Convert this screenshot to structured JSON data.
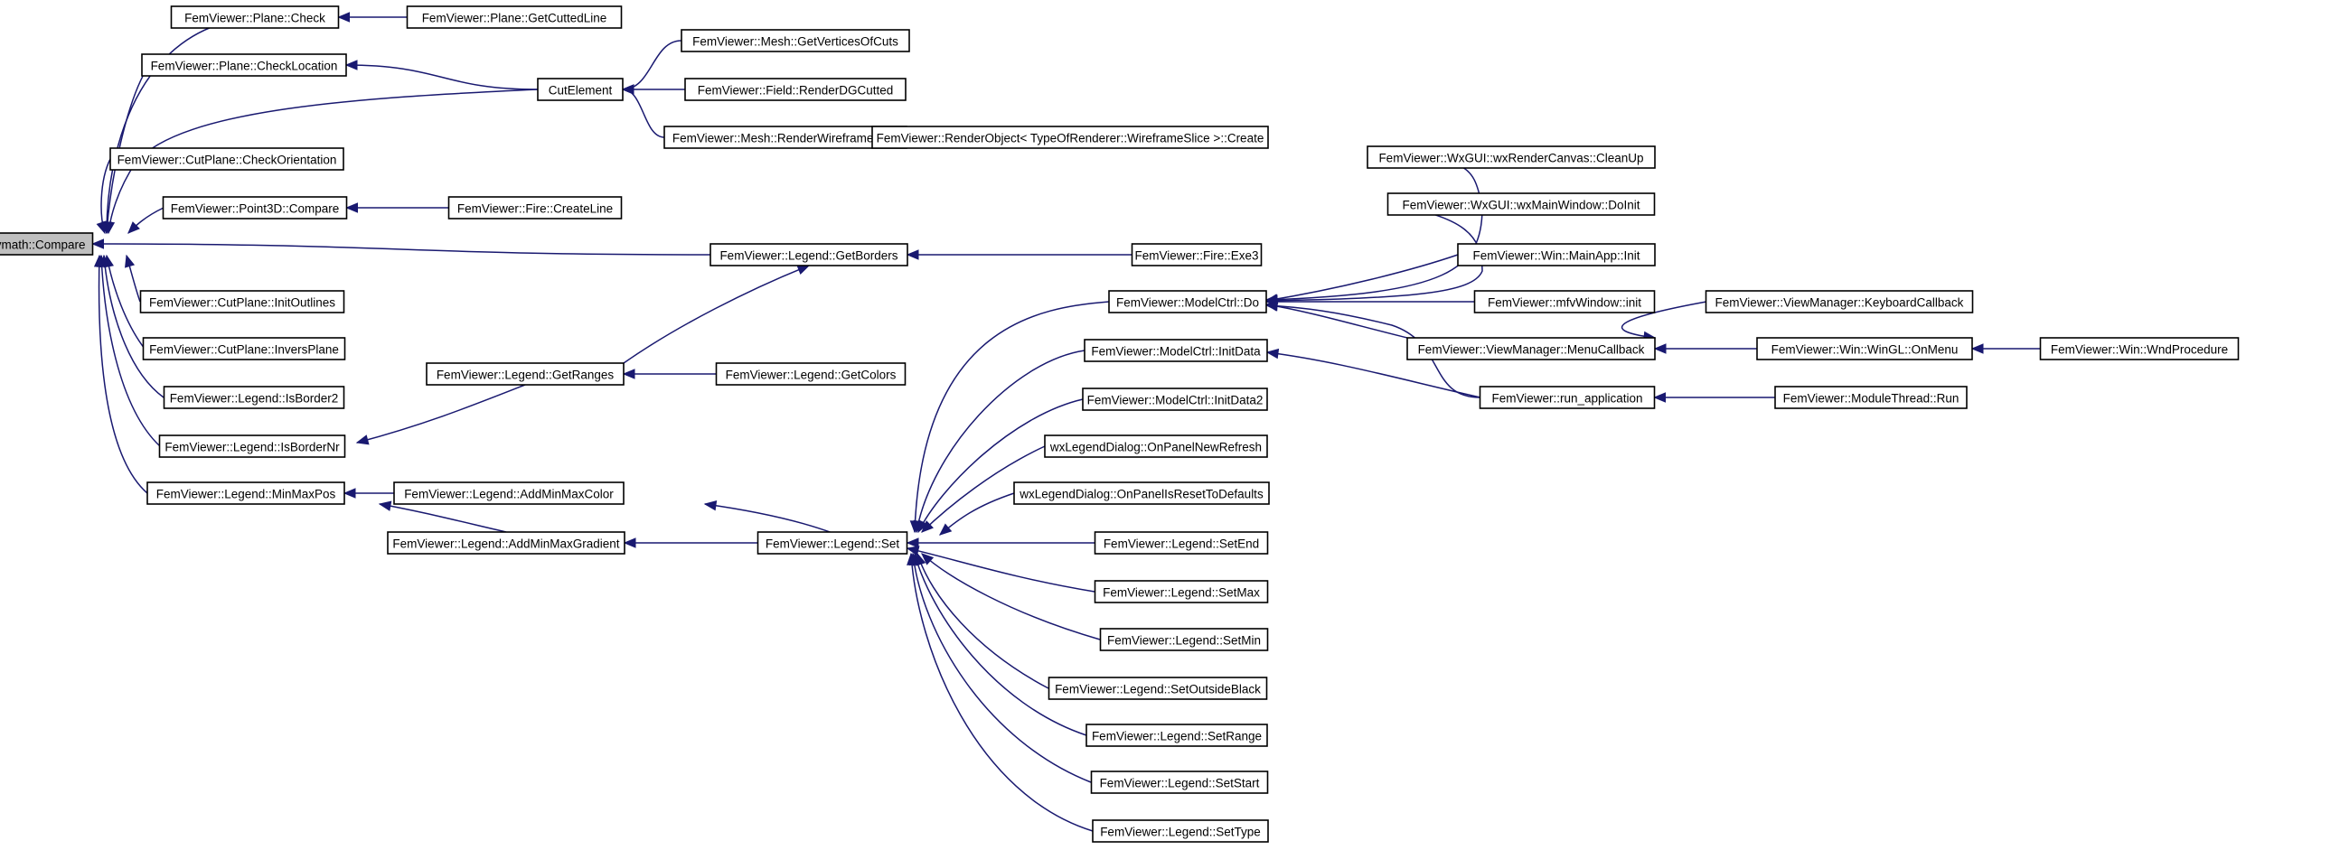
{
  "colors": {
    "edge": "#191970",
    "root_fill": "#bfbfbf",
    "node_fill": "#ffffff",
    "node_border": "#000000"
  },
  "nodes": {
    "compare": "FemViewer::fvmath::Compare",
    "plane_check": "FemViewer::Plane::Check",
    "plane_getcuttedline": "FemViewer::Plane::GetCuttedLine",
    "plane_checklocation": "FemViewer::Plane::CheckLocation",
    "cutelement": "CutElement",
    "mesh_getverticesofcuts": "FemViewer::Mesh::GetVerticesOfCuts",
    "field_renderdgcutted": "FemViewer::Field::RenderDGCutted",
    "mesh_renderwireframecuts": "FemViewer::Mesh::RenderWireframeCuts",
    "renderobject_create": "FemViewer::RenderObject< TypeOfRenderer::WireframeSlice >::Create",
    "cutplane_checkorientation": "FemViewer::CutPlane::CheckOrientation",
    "point3d_compare": "FemViewer::Point3D::Compare",
    "fire_createline": "FemViewer::Fire::CreateLine",
    "legend_getborders": "FemViewer::Legend::GetBorders",
    "fire_exe3": "FemViewer::Fire::Exe3",
    "cutplane_initoutlines": "FemViewer::CutPlane::InitOutlines",
    "cutplane_inversplane": "FemViewer::CutPlane::InversPlane",
    "legend_isborder2": "FemViewer::Legend::IsBorder2",
    "legend_isbordernr": "FemViewer::Legend::IsBorderNr",
    "legend_getranges": "FemViewer::Legend::GetRanges",
    "legend_getcolors": "FemViewer::Legend::GetColors",
    "legend_minmaxpos": "FemViewer::Legend::MinMaxPos",
    "legend_addminmaxcolor": "FemViewer::Legend::AddMinMaxColor",
    "legend_addminmaxgradient": "FemViewer::Legend::AddMinMaxGradient",
    "legend_set": "FemViewer::Legend::Set",
    "modelctrl_do": "FemViewer::ModelCtrl::Do",
    "modelctrl_initdata": "FemViewer::ModelCtrl::InitData",
    "modelctrl_initdata2": "FemViewer::ModelCtrl::InitData2",
    "wxlegend_onpanelnewrefresh": "wxLegendDialog::OnPanelNewRefresh",
    "wxlegend_onpanelisresettodefaults": "wxLegendDialog::OnPanelIsResetToDefaults",
    "legend_setend": "FemViewer::Legend::SetEnd",
    "legend_setmax": "FemViewer::Legend::SetMax",
    "legend_setmin": "FemViewer::Legend::SetMin",
    "legend_setoutsideblack": "FemViewer::Legend::SetOutsideBlack",
    "legend_setrange": "FemViewer::Legend::SetRange",
    "legend_setstart": "FemViewer::Legend::SetStart",
    "legend_settype": "FemViewer::Legend::SetType",
    "wxrendercanvas_cleanup": "FemViewer::WxGUI::wxRenderCanvas::CleanUp",
    "wxmainwindow_doinit": "FemViewer::WxGUI::wxMainWindow::DoInit",
    "win_mainapp_init": "FemViewer::Win::MainApp::Init",
    "mfvwindow_init": "FemViewer::mfvWindow::init",
    "viewmanager_menucallback": "FemViewer::ViewManager::MenuCallback",
    "run_application": "FemViewer::run_application",
    "viewmanager_keyboardcallback": "FemViewer::ViewManager::KeyboardCallback",
    "wingl_onmenu": "FemViewer::Win::WinGL::OnMenu",
    "win_wndprocedure": "FemViewer::Win::WndProcedure",
    "modulethread_run": "FemViewer::ModuleThread::Run"
  },
  "edges": [
    [
      "plane_check",
      "compare"
    ],
    [
      "plane_checklocation",
      "compare"
    ],
    [
      "cutelement",
      "compare"
    ],
    [
      "cutplane_checkorientation",
      "compare"
    ],
    [
      "point3d_compare",
      "compare"
    ],
    [
      "legend_getborders",
      "compare"
    ],
    [
      "cutplane_initoutlines",
      "compare"
    ],
    [
      "cutplane_inversplane",
      "compare"
    ],
    [
      "legend_isborder2",
      "compare"
    ],
    [
      "legend_isbordernr",
      "compare"
    ],
    [
      "legend_minmaxpos",
      "compare"
    ],
    [
      "plane_getcuttedline",
      "plane_check"
    ],
    [
      "cutelement",
      "plane_checklocation"
    ],
    [
      "mesh_getverticesofcuts",
      "cutelement"
    ],
    [
      "field_renderdgcutted",
      "cutelement"
    ],
    [
      "mesh_renderwireframecuts",
      "cutelement"
    ],
    [
      "renderobject_create",
      "mesh_renderwireframecuts"
    ],
    [
      "fire_createline",
      "point3d_compare"
    ],
    [
      "fire_exe3",
      "legend_getborders"
    ],
    [
      "legend_getranges",
      "legend_getborders"
    ],
    [
      "legend_getranges",
      "legend_isbordernr"
    ],
    [
      "legend_getcolors",
      "legend_getranges"
    ],
    [
      "legend_addminmaxcolor",
      "legend_minmaxpos"
    ],
    [
      "legend_addminmaxgradient",
      "legend_minmaxpos"
    ],
    [
      "legend_set",
      "legend_addminmaxcolor"
    ],
    [
      "legend_set",
      "legend_addminmaxgradient"
    ],
    [
      "modelctrl_do",
      "legend_set"
    ],
    [
      "modelctrl_initdata",
      "legend_set"
    ],
    [
      "modelctrl_initdata2",
      "legend_set"
    ],
    [
      "wxlegend_onpanelnewrefresh",
      "legend_set"
    ],
    [
      "wxlegend_onpanelisresettodefaults",
      "legend_set"
    ],
    [
      "legend_setend",
      "legend_set"
    ],
    [
      "legend_setmax",
      "legend_set"
    ],
    [
      "legend_setmin",
      "legend_set"
    ],
    [
      "legend_setoutsideblack",
      "legend_set"
    ],
    [
      "legend_setrange",
      "legend_set"
    ],
    [
      "legend_setstart",
      "legend_set"
    ],
    [
      "legend_settype",
      "legend_set"
    ],
    [
      "wxrendercanvas_cleanup",
      "modelctrl_do"
    ],
    [
      "wxmainwindow_doinit",
      "modelctrl_do"
    ],
    [
      "win_mainapp_init",
      "modelctrl_do"
    ],
    [
      "mfvwindow_init",
      "modelctrl_do"
    ],
    [
      "viewmanager_menucallback",
      "modelctrl_do"
    ],
    [
      "run_application",
      "modelctrl_do"
    ],
    [
      "run_application",
      "modelctrl_initdata"
    ],
    [
      "viewmanager_keyboardcallback",
      "viewmanager_menucallback"
    ],
    [
      "wingl_onmenu",
      "viewmanager_menucallback"
    ],
    [
      "win_wndprocedure",
      "wingl_onmenu"
    ],
    [
      "modulethread_run",
      "run_application"
    ]
  ]
}
